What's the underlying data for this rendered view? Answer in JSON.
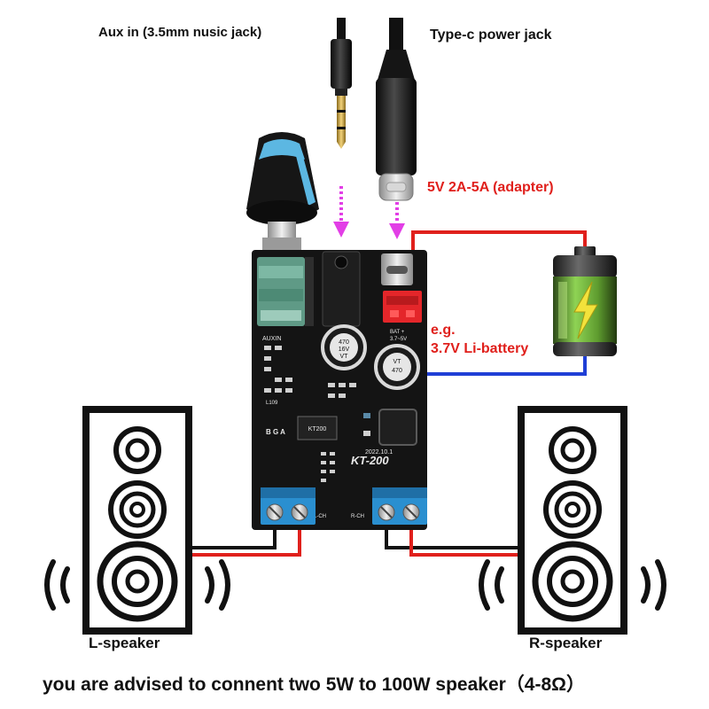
{
  "labels": {
    "aux_in": "Aux in  (3.5mm nusic jack)",
    "type_c": "Type-c power jack",
    "adapter": "5V 2A-5A (adapter)",
    "battery_eg": "e.g.",
    "battery_spec": "3.7V Li-battery",
    "left_speaker": "L-speaker",
    "right_speaker": "R-speaker",
    "footer": "you are advised to connent two 5W to 100W speaker（4-8Ω）"
  },
  "board": {
    "model": "KT-200",
    "date": "2022.10.1",
    "chip": "KT200",
    "left_channel": "L-CH",
    "right_channel": "R-CH",
    "bat_label": "BAT +",
    "bat_voltage": "3.7~5V",
    "auxin": "AUXIN",
    "bga": "B G A",
    "capacitor_value": "470",
    "capacitor_voltage": "16V",
    "capacitor_brand": "VT",
    "inductor": "L109"
  },
  "colors": {
    "wire_red": "#e0201c",
    "wire_blue": "#1f3fd6",
    "arrow_magenta": "#e23ee6",
    "pcb": "#141414",
    "terminal_blue": "#2a8fd0",
    "connector_red": "#e4262a",
    "knob_blue": "#5cb7e2",
    "potentiometer_green": "#5f9a86",
    "battery_green": "#7cc24a",
    "bolt_yellow": "#f3e23b"
  },
  "icons": {
    "knob": "volume-knob-icon",
    "aux_plug": "aux-plug-icon",
    "usb_c_plug": "usb-c-plug-icon",
    "battery": "battery-icon",
    "bolt": "lightning-bolt-icon",
    "speaker": "speaker-cabinet-icon",
    "sound_waves": "sound-wave-icon"
  }
}
